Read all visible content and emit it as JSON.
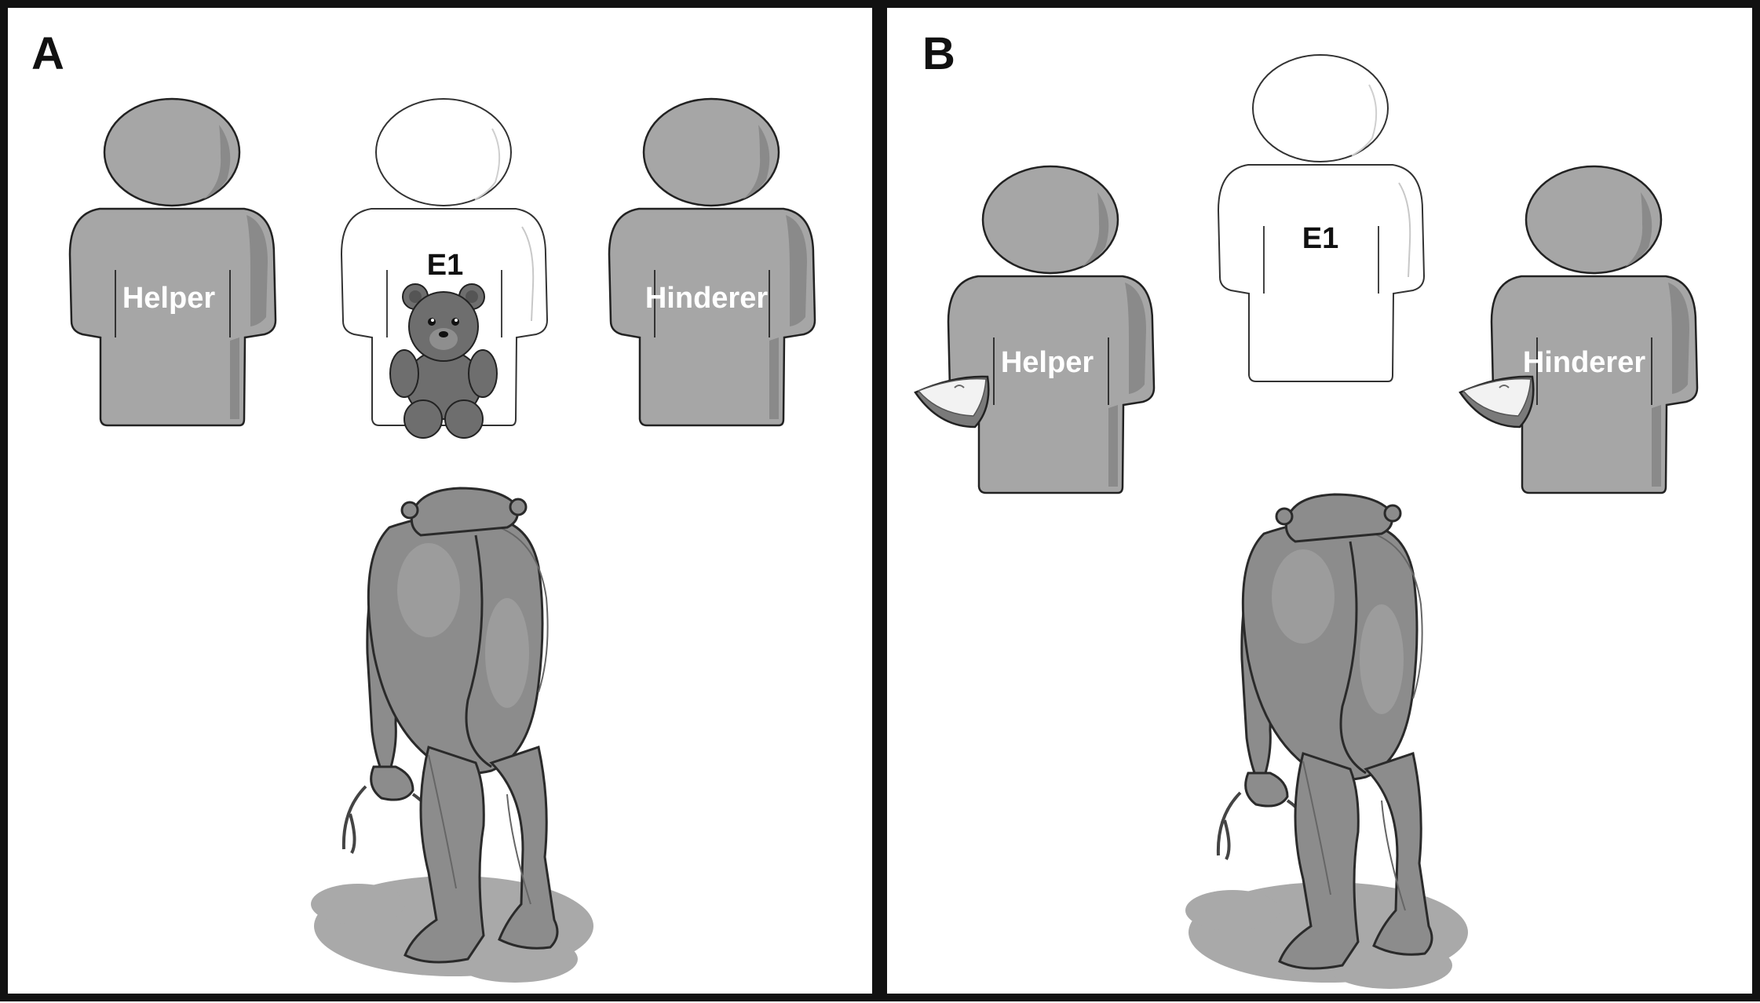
{
  "panels": [
    {
      "letter": "A",
      "figures": {
        "helper": "Helper",
        "experimenter": "E1",
        "hinderer": "Hinderer"
      },
      "experimenter_holds": "teddy-bear",
      "side_figures_hold": "none",
      "subject": "chimpanzee"
    },
    {
      "letter": "B",
      "figures": {
        "helper": "Helper",
        "experimenter": "E1",
        "hinderer": "Hinderer"
      },
      "experimenter_holds": "none",
      "side_figures_hold": "apple-slice",
      "subject": "chimpanzee"
    }
  ],
  "colors": {
    "frame": "#111111",
    "person_fill": "#a6a6a6",
    "person_shade": "#8a8a8a",
    "experimenter_fill": "#ffffff",
    "label_on_grey": "#ffffff",
    "label_on_white": "#111111",
    "chimp_fill": "#8c8c8c",
    "shadow": "#a9a9a9"
  }
}
